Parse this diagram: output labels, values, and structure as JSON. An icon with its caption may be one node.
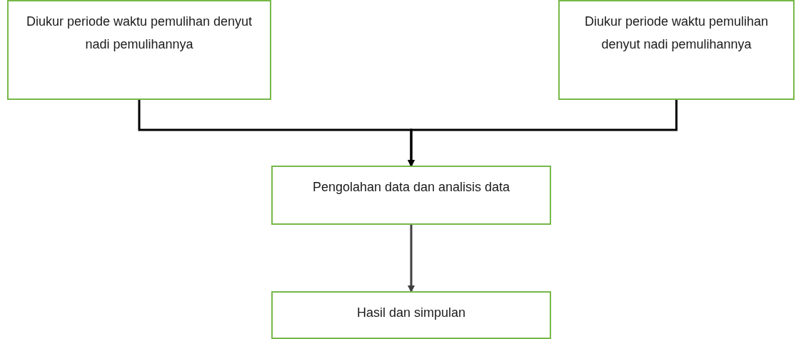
{
  "diagram": {
    "nodes": [
      {
        "text": [
          "Diukur periode waktu pemulihan denyut nadi pemulihannya"
        ]
      },
      {
        "text": [
          "Diukur periode waktu pemulihan denyut nadi pemulihannya"
        ]
      },
      {
        "text": [
          "Pengolahan data dan analisis data"
        ]
      },
      {
        "text": [
          "Hasil dan simpulan"
        ]
      }
    ],
    "edges": [
      {
        "from": 0,
        "to": 2,
        "arrow": "to"
      },
      {
        "from": 1,
        "to": 2,
        "arrow": "to"
      },
      {
        "from": 2,
        "to": 3,
        "arrow": "to",
        "color": "#404040"
      }
    ]
  }
}
